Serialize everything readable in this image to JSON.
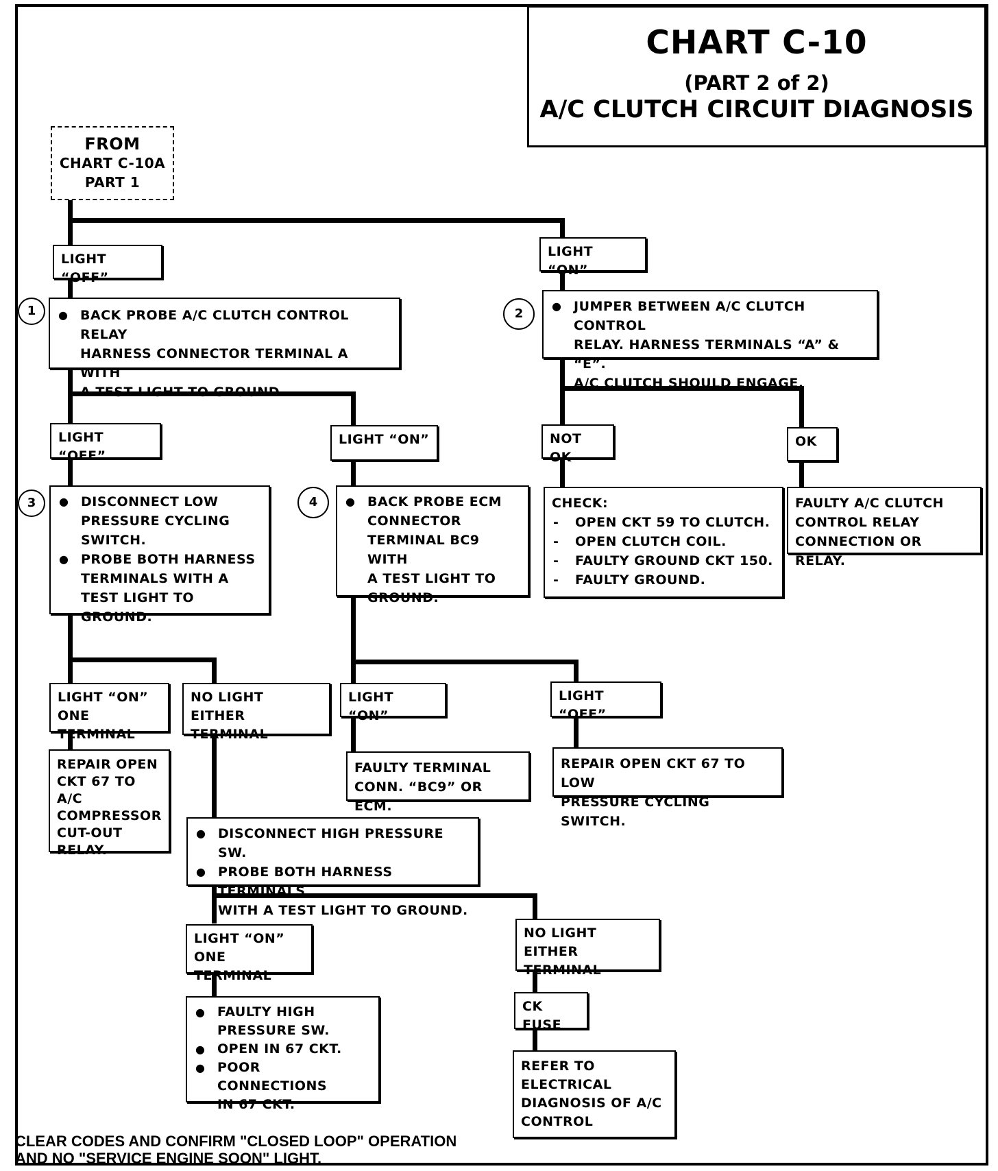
{
  "title": {
    "main": "CHART C-10",
    "sub": "(PART 2 of 2)",
    "name": "A/C CLUTCH CIRCUIT DIAGNOSIS"
  },
  "start": {
    "line1": "FROM",
    "line2": "CHART C-10A",
    "line3": "PART 1"
  },
  "branches": {
    "top_off": "LIGHT “OFF”",
    "top_on": "LIGHT “ON”",
    "s1_off": "LIGHT “OFF”",
    "s1_on": "LIGHT “ON”",
    "s2_not_ok": "NOT OK",
    "s2_ok": "OK",
    "s3_on_l1": "LIGHT “ON”",
    "s3_on_l2": "ONE TERMINAL",
    "s3_none_l1": "NO LIGHT EITHER",
    "s3_none_l2": "TERMINAL",
    "s4_on": "LIGHT “ON”",
    "s4_off": "LIGHT “OFF”",
    "hp_on_l1": "LIGHT “ON”",
    "hp_on_l2": "ONE TERMINAL",
    "hp_none_l1": "NO LIGHT EITHER",
    "hp_none_l2": "TERMINAL",
    "ck_fuse": "CK FUSE"
  },
  "steps": {
    "s1": {
      "num": "1",
      "lines": [
        "BACK PROBE  A/C CLUTCH CONTROL RELAY",
        "HARNESS CONNECTOR TERMINAL  A  WITH",
        "A TEST LIGHT TO GROUND."
      ]
    },
    "s2": {
      "num": "2",
      "lines": [
        "JUMPER BETWEEN A/C CLUTCH CONTROL",
        "RELAY. HARNESS TERMINALS “A” & “E”.",
        "A/C CLUTCH SHOULD ENGAGE."
      ]
    },
    "s3": {
      "num": "3",
      "b1": [
        "DISCONNECT LOW",
        "PRESSURE CYCLING",
        "SWITCH."
      ],
      "b2": [
        "PROBE BOTH HARNESS",
        "TERMINALS WITH A",
        "TEST LIGHT TO GROUND."
      ]
    },
    "s4": {
      "num": "4",
      "lines": [
        "BACK PROBE ECM",
        "CONNECTOR",
        "TERMINAL BC9 WITH",
        "A TEST LIGHT TO",
        "GROUND."
      ]
    }
  },
  "results": {
    "check_head": "CHECK:",
    "check_items": [
      "OPEN CKT 59 TO CLUTCH.",
      "OPEN CLUTCH COIL.",
      "FAULTY GROUND CKT 150.",
      "FAULTY GROUND."
    ],
    "faulty_relay": [
      "FAULTY A/C CLUTCH",
      "CONTROL RELAY",
      "CONNECTION OR RELAY."
    ],
    "repair67": [
      "REPAIR OPEN",
      "CKT 67 TO A/C",
      "COMPRESSOR",
      "CUT-OUT",
      "RELAY."
    ],
    "faulty_bc9": [
      "FAULTY TERMINAL",
      "CONN. “BC9” OR ECM."
    ],
    "repair67_low": [
      "REPAIR OPEN CKT 67 TO LOW",
      "PRESSURE CYCLING SWITCH."
    ],
    "hp_step": {
      "b1": "DISCONNECT HIGH PRESSURE SW.",
      "b2": [
        "PROBE BOTH HARNESS TERMINALS",
        "WITH A TEST LIGHT TO GROUND."
      ]
    },
    "hp_faulty": {
      "b1": [
        "FAULTY HIGH",
        "PRESSURE SW."
      ],
      "b2": "OPEN IN 67 CKT.",
      "b3": [
        "POOR CONNECTIONS",
        "IN 67 CKT."
      ]
    },
    "refer": [
      "REFER TO",
      "ELECTRICAL",
      "DIAGNOSIS OF A/C",
      "CONTROL"
    ]
  },
  "footer": {
    "line1": "CLEAR CODES AND CONFIRM \"CLOSED LOOP\" OPERATION",
    "line2": "AND NO \"SERVICE ENGINE SOON\" LIGHT."
  }
}
